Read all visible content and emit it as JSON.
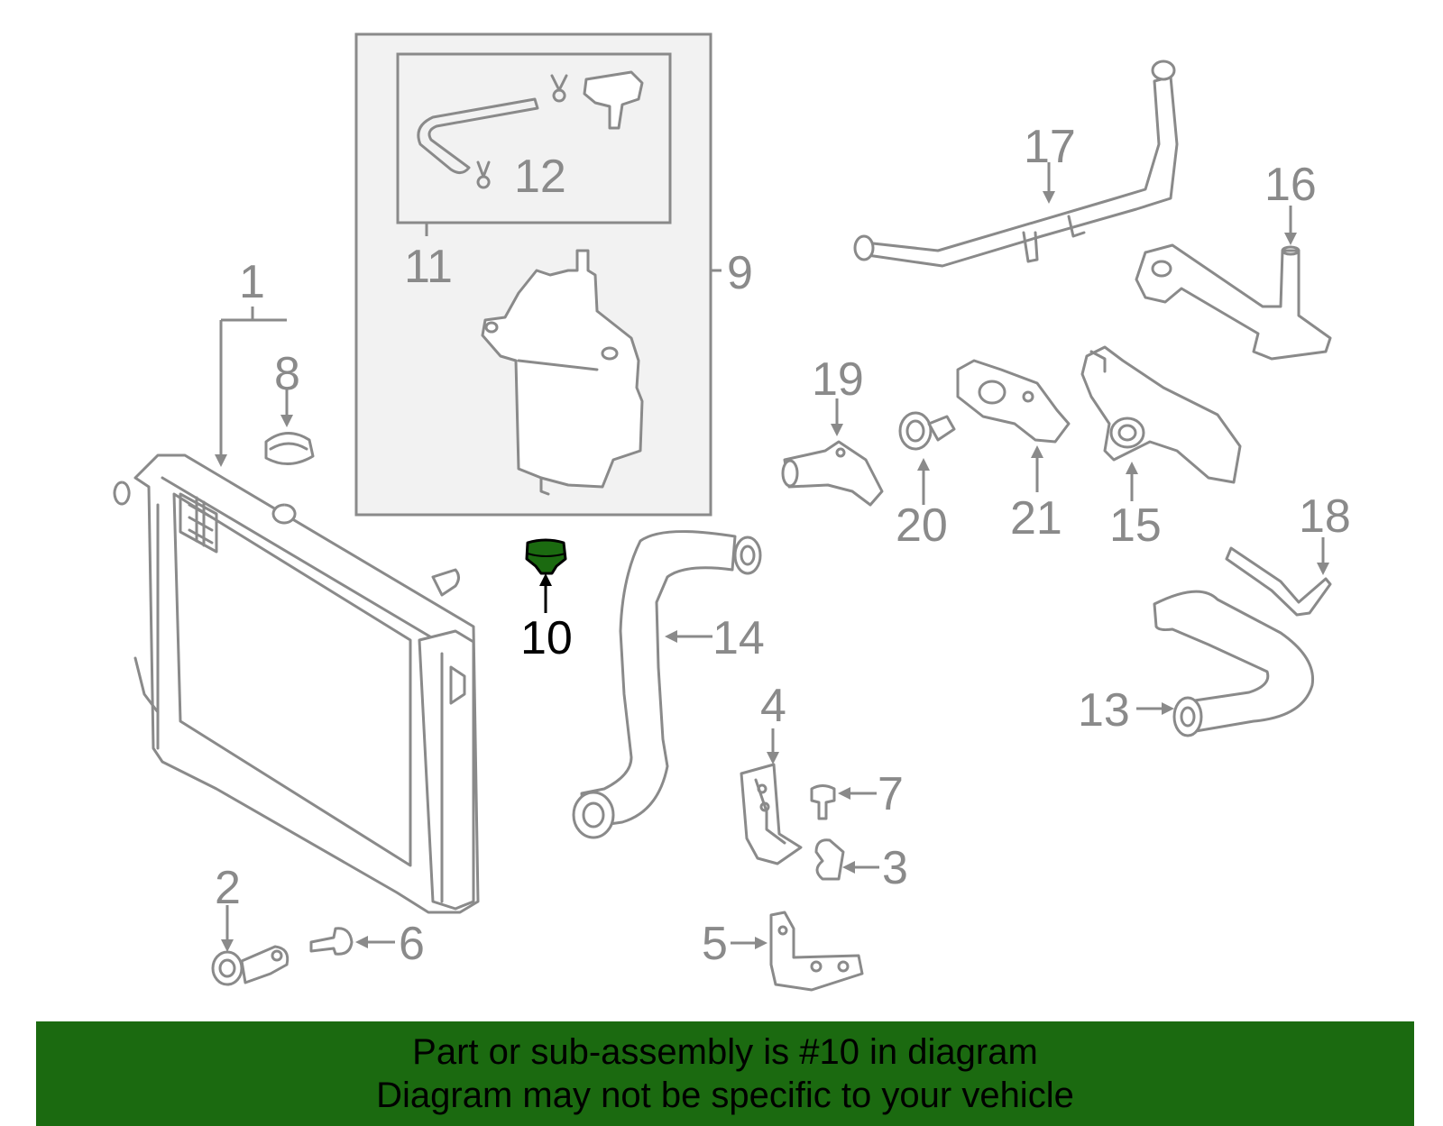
{
  "callouts": {
    "c1": "1",
    "c2": "2",
    "c3": "3",
    "c4": "4",
    "c5": "5",
    "c6": "6",
    "c7": "7",
    "c8": "8",
    "c9": "9",
    "c10": "10",
    "c11": "11",
    "c12": "12",
    "c13": "13",
    "c14": "14",
    "c15": "15",
    "c16": "16",
    "c17": "17",
    "c18": "18",
    "c19": "19",
    "c20": "20",
    "c21": "21"
  },
  "highlighted_part": "10",
  "colors": {
    "part_stroke": "#8a8a8a",
    "highlight": "#1b6a10",
    "banner_bg": "#1b6a10",
    "panel_fill": "#f2f2f2"
  },
  "banner": {
    "line1": "Part or sub-assembly is #10 in diagram",
    "line2": "Diagram may not be specific to your vehicle"
  }
}
